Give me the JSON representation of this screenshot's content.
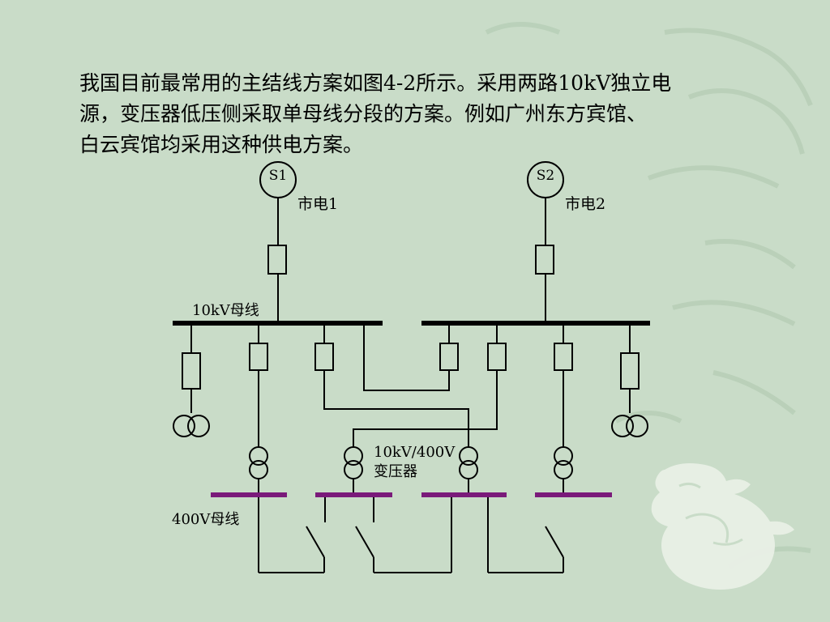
{
  "slide": {
    "paragraph_lines": [
      "我国目前最常用的主结线方案如图4-2所示。采用两路10kV独立电",
      "源，变压器低压侧采取单母线分段的方案。例如广州东方宾馆、",
      "白云宾馆均采用这种供电方案。"
    ]
  },
  "diagram": {
    "source1_label": "S1",
    "source2_label": "S2",
    "city_power1": "市电1",
    "city_power2": "市电2",
    "bus_10kv_label": "10kV母线",
    "transformer_label_line1": "10kV/400V",
    "transformer_label_line2": "变压器",
    "bus_400v_label": "400V母线",
    "colors": {
      "line": "#000000",
      "bus_10kv": "#000000",
      "bus_400v": "#7a1a7a",
      "background": "#c9dcc8"
    }
  }
}
